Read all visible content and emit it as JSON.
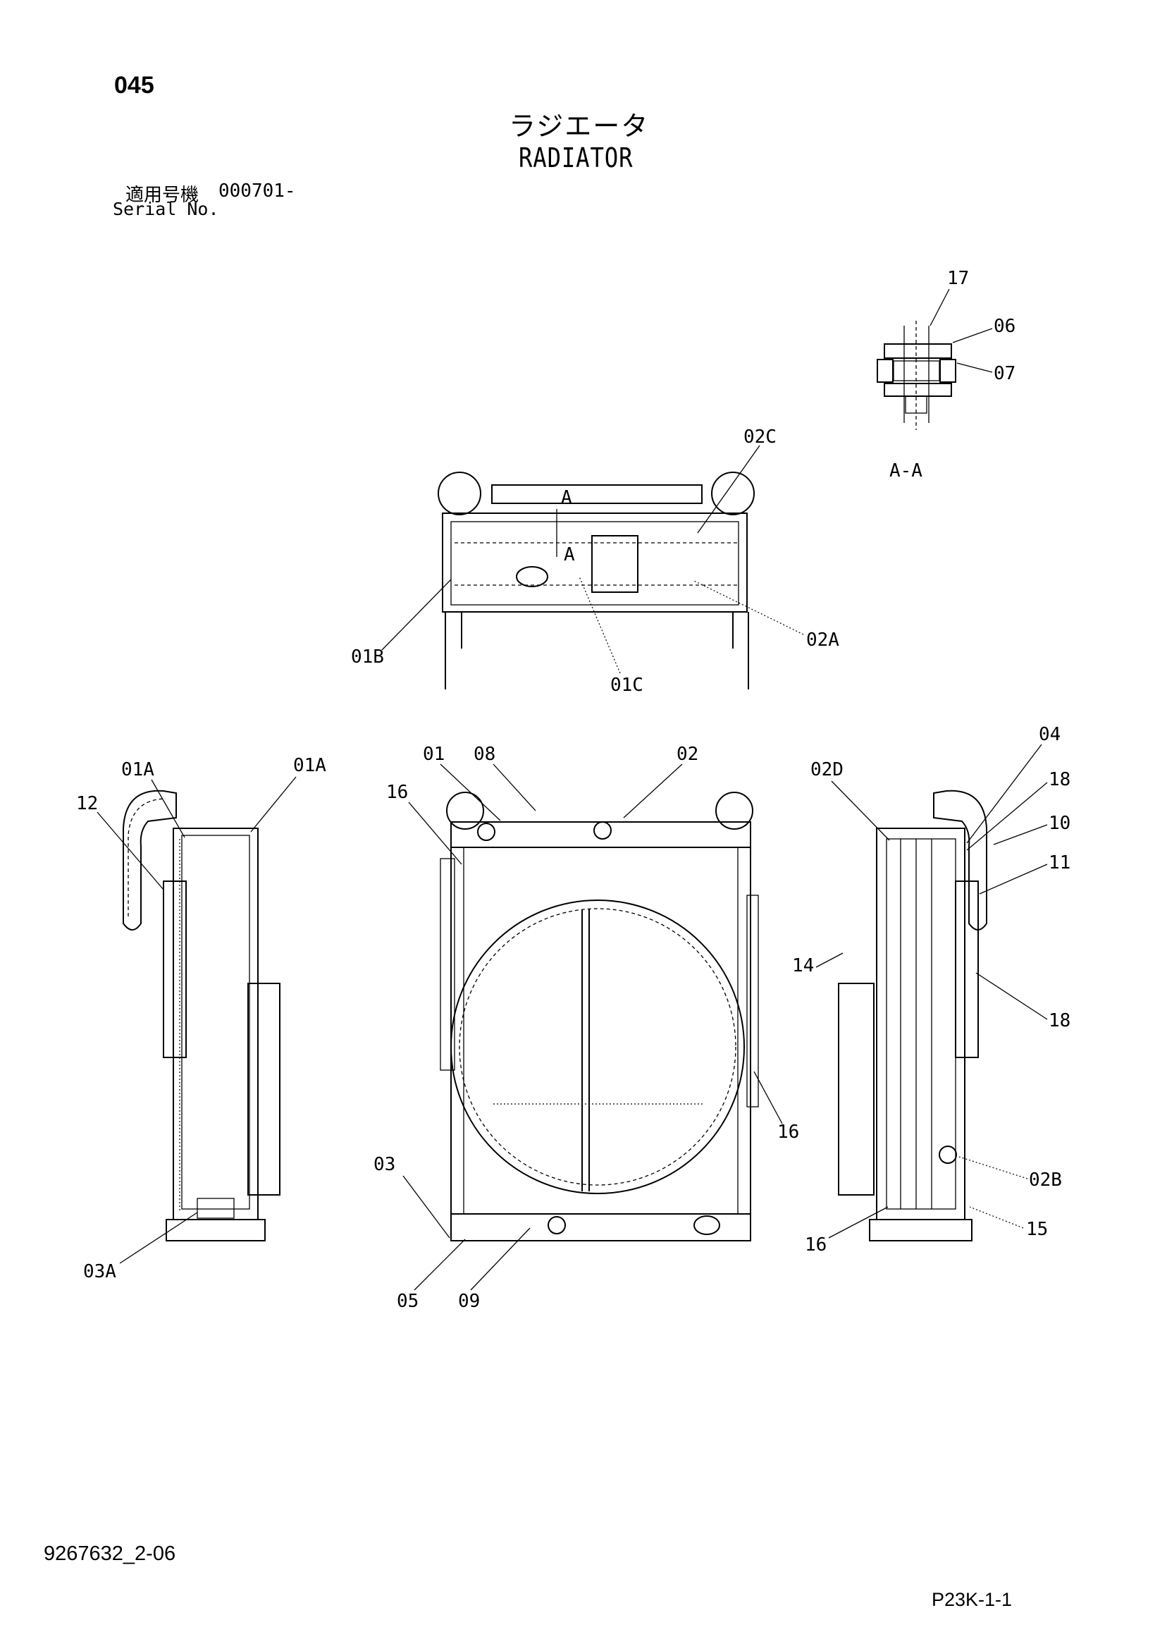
{
  "page_number": "045",
  "title_jp": "ラジエータ",
  "title_en": "RADIATOR",
  "serial": {
    "label_jp": "適用号機",
    "number": "000701-",
    "label_en": "Serial No."
  },
  "section_label": "A-A",
  "section_marks": [
    "A",
    "A"
  ],
  "callouts": {
    "c17": "17",
    "c06": "06",
    "c07": "07",
    "c02C": "02C",
    "c02A": "02A",
    "c01B": "01B",
    "c01C": "01C",
    "c01A_left": "01A",
    "c01A_right": "01A",
    "c12": "12",
    "c03": "03",
    "c03A": "03A",
    "c01": "01",
    "c08": "08",
    "c02": "02",
    "c16_top": "16",
    "c16_mid": "16",
    "c05": "05",
    "c09": "09",
    "c04": "04",
    "c02D": "02D",
    "c18_top": "18",
    "c10": "10",
    "c11": "11",
    "c14": "14",
    "c18_mid": "18",
    "c02B": "02B",
    "c15": "15",
    "c16_bot": "16"
  },
  "doc_code": "9267632_2-06",
  "page_ref": "P23K-1-1"
}
